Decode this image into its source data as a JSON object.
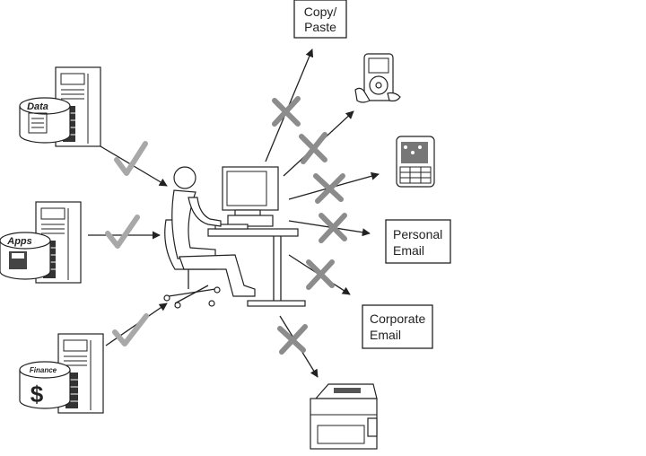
{
  "sources": {
    "data_label": "Data",
    "apps_label": "Apps",
    "finance_label": "Finance",
    "dollar_symbol": "$"
  },
  "destinations": {
    "copy_paste_line1": "Copy/",
    "copy_paste_line2": "Paste",
    "personal_email_line1": "Personal",
    "personal_email_line2": "Email",
    "corporate_email_line1": "Corporate",
    "corporate_email_line2": "Email"
  },
  "icons": {
    "allowed": "check-icon",
    "blocked": "x-icon"
  },
  "colors": {
    "line": "#222222",
    "check": "#a8a8a8",
    "x": "#8c8c8c"
  }
}
